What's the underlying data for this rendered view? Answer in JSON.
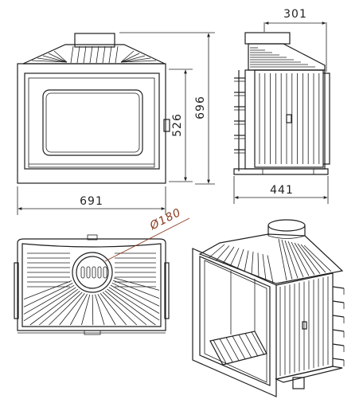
{
  "dimensions": {
    "width_front": "691",
    "height_overall": "696",
    "height_door": "526",
    "depth_top": "301",
    "depth_bottom": "441",
    "flue_diameter": "Ø180"
  },
  "colors": {
    "line": "#1f1f1f",
    "accent": "#8a3b1e",
    "background": "#ffffff"
  }
}
